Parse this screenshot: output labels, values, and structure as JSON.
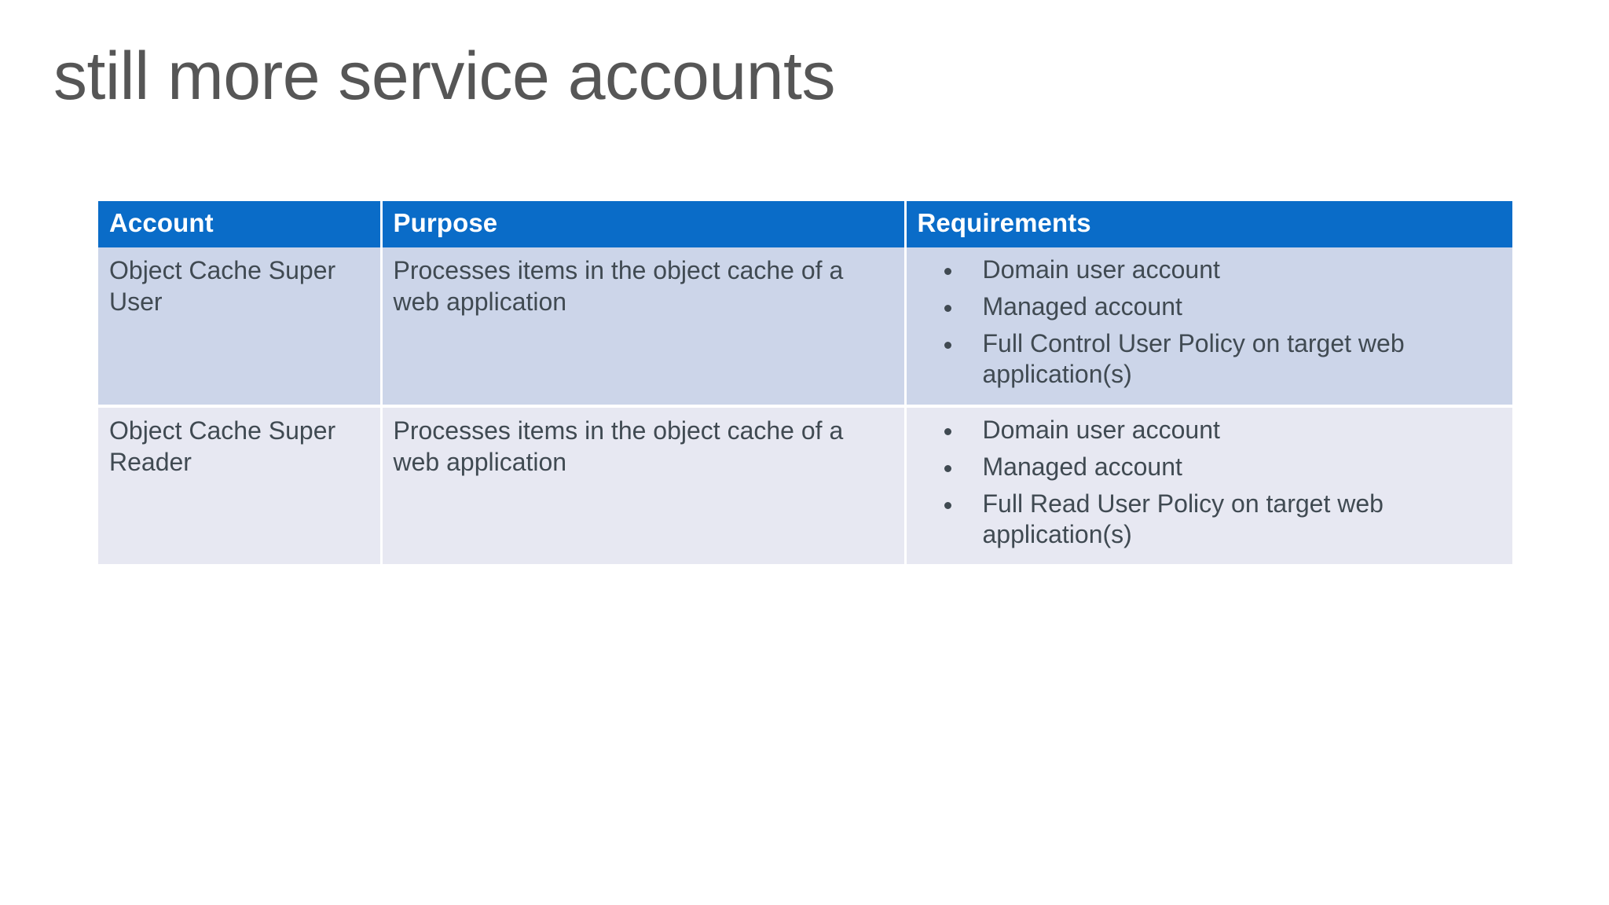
{
  "slide": {
    "title": "still more service accounts",
    "background_color": "#FFFFFF",
    "title_color": "#565656"
  },
  "table": {
    "header_bg": "#0A6CC8",
    "header_text_color": "#FFFFFF",
    "row_bg_odd": "#CCD5E9",
    "row_bg_even": "#E7E8F2",
    "body_text_color": "#404A52",
    "columns": [
      {
        "key": "account",
        "label": "Account"
      },
      {
        "key": "purpose",
        "label": "Purpose"
      },
      {
        "key": "requirements",
        "label": "Requirements"
      }
    ],
    "rows": [
      {
        "account": "Object Cache Super User",
        "purpose": "Processes items in the object cache of a web application",
        "requirements": [
          "Domain user account",
          "Managed account",
          "Full Control User Policy on target web application(s)"
        ]
      },
      {
        "account": "Object Cache Super Reader",
        "purpose": "Processes items in the object cache of a web application",
        "requirements": [
          "Domain user account",
          "Managed account",
          "Full Read User Policy on target web application(s)"
        ]
      }
    ]
  }
}
